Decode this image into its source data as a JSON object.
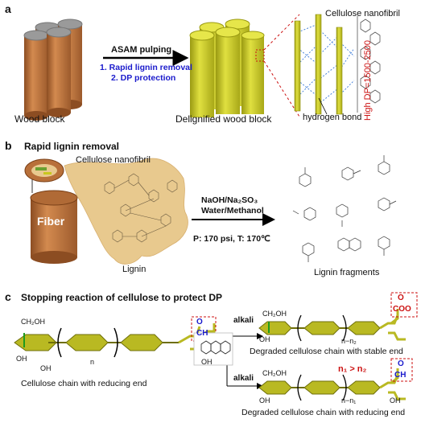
{
  "panels": {
    "a": {
      "letter": "a",
      "wood_block": "Wood block",
      "process": "ASAM pulping",
      "step1": "1. Rapid lignin removal",
      "step2": "2. DP protection",
      "delignified": "Delignified wood block",
      "cellulose_nanofibril": "Cellulose nanofibril",
      "hydrogen_bond": "hydrogen bond",
      "high_dp": "High DP=1500-2500"
    },
    "b": {
      "letter": "b",
      "title": "Rapid lignin removal",
      "cellulose_nanofibril": "Cellulose nanofibril",
      "fiber": "Fiber",
      "lignin": "Lignin",
      "reagents": "NaOH/Na₂SO₃",
      "solvent": "Water/Methanol",
      "conditions": "P: 170 psi, T: 170℃",
      "fragments": "Lignin fragments"
    },
    "c": {
      "letter": "c",
      "title": "Stopping reaction of cellulose to protect DP",
      "alkali_top": "alkali",
      "alkali_bottom": "alkali",
      "reducing_chain": "Cellulose chain with reducing end",
      "stable_chain": "Degraded cellulose chain with stable end",
      "reducing_degraded": "Degraded cellulose chain with reducing end",
      "ch2oh": "CH₂OH",
      "oh": "OH",
      "o": "O",
      "ch": "CH",
      "coo": "COO",
      "n": "n",
      "n_minus_n2": "n−n₂",
      "n_minus_n1": "n−n₁",
      "n1_gt_n2": "n₁ > n₂"
    }
  },
  "colors": {
    "wood": "#b8703a",
    "wood_light": "#d38a4f",
    "wood_dark": "#8c4d22",
    "cap": "#9a9a9a",
    "fibril": "#c8c81e",
    "fibril_dark": "#8e8e10",
    "lignin": "#e8c98e",
    "blue": "#1a1acc",
    "red": "#cc1111"
  }
}
